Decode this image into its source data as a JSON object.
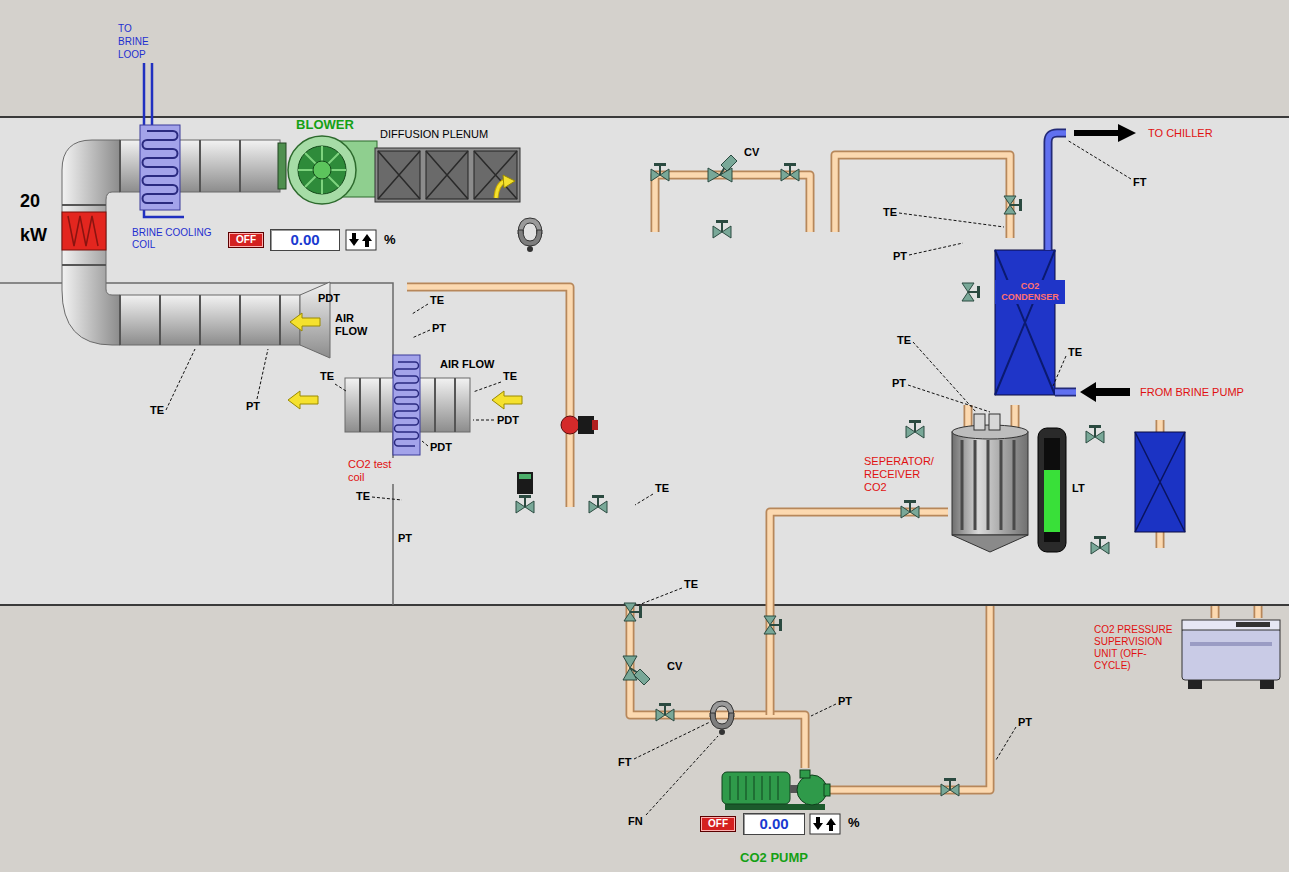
{
  "diagram": {
    "nodes": [
      {
        "text": [
          "20 kW"
        ]
      },
      {
        "text": [
          "BRINE COOLING COIL"
        ]
      },
      {
        "text": [
          "BLOWER"
        ]
      },
      {
        "text": [
          "DIFFUSION PLENUM"
        ]
      },
      {
        "text": [
          "OFF"
        ]
      },
      {
        "text": [
          "0.00"
        ]
      },
      {
        "text": [
          "CO2 test coil"
        ]
      },
      {
        "text": [
          "CO2 CONDENSER"
        ]
      },
      {
        "text": [
          "SEPERATOR/ RECEIVER CO2"
        ]
      },
      {
        "text": [
          "CO2 PRESSURE SUPERVISION UNIT (OFF-CYCLE)"
        ]
      },
      {
        "text": [
          "CO2 PUMP"
        ]
      },
      {
        "text": [
          "OFF"
        ]
      },
      {
        "text": [
          "0.00"
        ]
      }
    ],
    "edges": [
      {
        "from": 10,
        "to": 6,
        "arrow": "none"
      },
      {
        "from": 6,
        "to": 8,
        "arrow": "none"
      },
      {
        "from": 8,
        "to": 10,
        "arrow": "none"
      },
      {
        "from": 8,
        "to": 7,
        "arrow": "none"
      },
      {
        "from": 7,
        "to": 8,
        "arrow": "none"
      },
      {
        "from": 8,
        "to": 9,
        "arrow": "none"
      },
      {
        "from": 8,
        "to": 9,
        "arrow": "none"
      }
    ],
    "labels": [
      "TO BRINE LOOP",
      "CV",
      "TO CHILLER",
      "TE",
      "FT",
      "PT",
      "PDT",
      "AIR FLOW",
      "TE",
      "PT",
      "TE",
      "TE",
      "TE",
      "PT",
      "AIR FLOW",
      "PT",
      "FROM BRINE PUMP",
      "TE",
      "TE",
      "PDT",
      "PDT",
      "LT",
      "TE",
      "TE",
      "PT",
      "TE",
      "CV",
      "PT",
      "PT",
      "FT",
      "FN",
      "%",
      "%"
    ]
  }
}
